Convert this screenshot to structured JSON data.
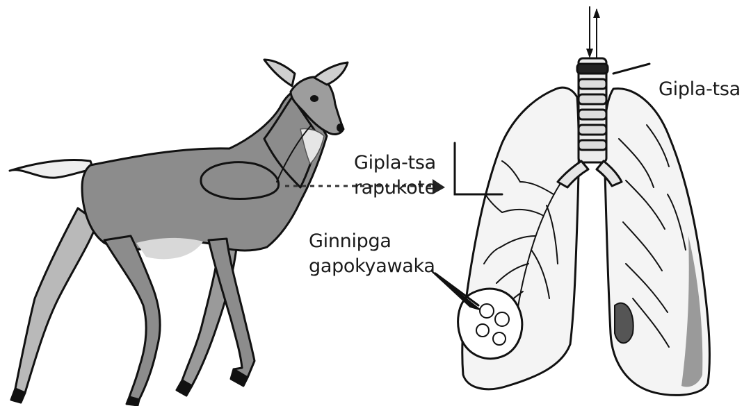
{
  "labels": {
    "trachea": "Gipla-tsa",
    "bronchus_line1": "Gipla-tsa",
    "bronchus_line2": "rapukote",
    "alveoli_line1": "Ginnipga",
    "alveoli_line2": "gapokyawaka"
  },
  "colors": {
    "deer_body": "#8c8c8c",
    "deer_dark": "#5e5e5e",
    "deer_light": "#d8d8d8",
    "outline": "#111111",
    "lung_fill": "#f4f4f4"
  }
}
